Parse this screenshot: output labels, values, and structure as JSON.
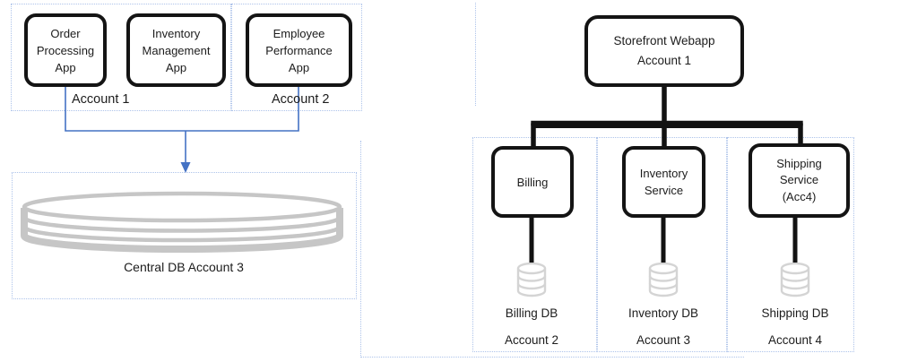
{
  "colors": {
    "box_border": "#141414",
    "dashed_region": "#adc3ea",
    "arrow_blue": "#4472c4",
    "central_db_gray": "#c6c6c6",
    "small_db_gray": "#d4d4d4",
    "text": "#1c1c1c",
    "background": "#ffffff"
  },
  "left_diagram": {
    "account1_group_label": "Account 1",
    "account2_group_label": "Account 2",
    "apps": [
      {
        "lines": [
          "Order",
          "Processing",
          "App"
        ]
      },
      {
        "lines": [
          "Inventory",
          "Management",
          "App"
        ]
      },
      {
        "lines": [
          "Employee",
          "Performance",
          "App"
        ]
      }
    ],
    "central_db": {
      "name": "Central DB",
      "account": "Account 3"
    },
    "icons": {
      "central_db": "database-cylinder-icon",
      "connector": "arrow-down-merge-connector"
    }
  },
  "right_diagram": {
    "root": {
      "line1": "Storefront Webapp",
      "line2": "Account 1"
    },
    "services": [
      {
        "lines": [
          "Billing"
        ],
        "db_label": "Billing DB",
        "account": "Account 2"
      },
      {
        "lines": [
          "Inventory",
          "Service"
        ],
        "db_label": "Inventory DB",
        "account": "Account 3"
      },
      {
        "lines": [
          "Shipping",
          "Service",
          "(Acc4)"
        ],
        "db_label": "Shipping DB",
        "account": "Account 4"
      }
    ],
    "icons": {
      "service_db": "database-cylinder-icon",
      "connector": "tree-branch-connector"
    }
  }
}
